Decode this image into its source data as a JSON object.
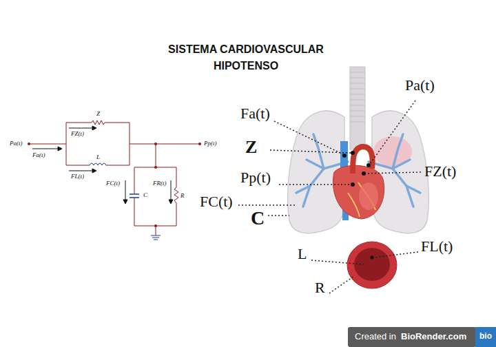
{
  "diagram": {
    "title": "SISTEMA CARDIOVASCULAR HIPOTENSO",
    "labels": [
      "Pa(t)",
      "Fa(t)",
      "Z",
      "FZ(t)",
      "L",
      "FL(t)",
      "Pp(t)",
      "FC(t)",
      "C",
      "FR(t)",
      "R",
      "Pa(t)",
      "Fa(t)",
      "Z",
      "FZ(t)",
      "Pp(t)",
      "FC(t)",
      "C",
      "L",
      "FL(t)",
      "R",
      "Created in",
      "BioRender.com",
      "bio"
    ]
  }
}
